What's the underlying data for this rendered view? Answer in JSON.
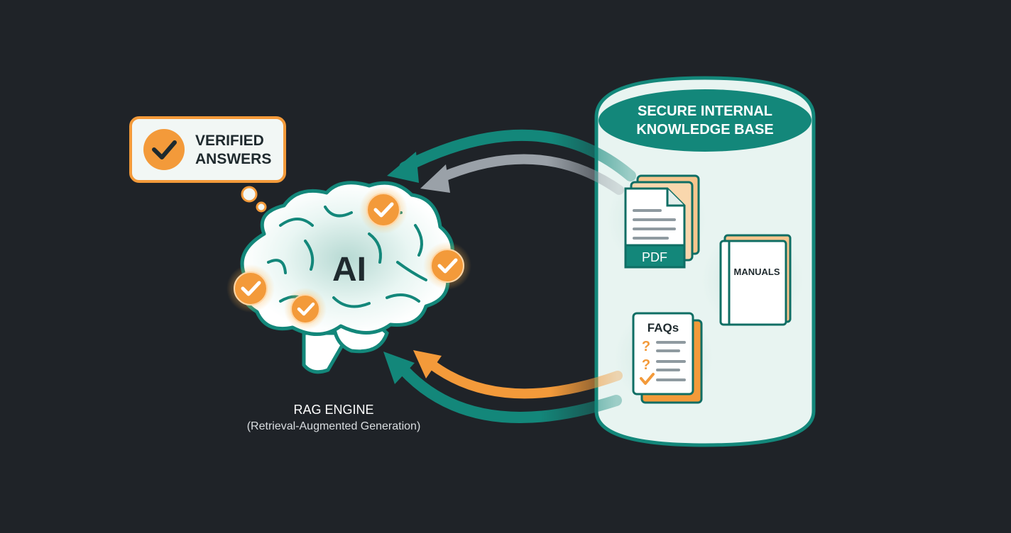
{
  "callout": {
    "line1": "VERIFIED",
    "line2": "ANSWERS"
  },
  "brain": {
    "label": "AI"
  },
  "engine": {
    "title": "RAG ENGINE",
    "subtitle": "(Retrieval-Augmented Generation)"
  },
  "knowledge_base": {
    "title_line1": "SECURE INTERNAL",
    "title_line2": "KNOWLEDGE BASE",
    "documents": {
      "pdf": "PDF",
      "manuals": "MANUALS",
      "faqs": "FAQs"
    }
  },
  "colors": {
    "background": "#1f2328",
    "teal": "#13877a",
    "teal_dark": "#0f6e64",
    "orange": "#f39a3a",
    "gray_arrow": "#9aa1a8",
    "mint": "#e8f4f1",
    "text_dark": "#1f2a2e"
  },
  "icons": [
    "check-circle-icon",
    "brain-icon",
    "pdf-document-icon",
    "book-icon",
    "faq-document-icon",
    "question-mark-icon",
    "arrow-icon"
  ]
}
